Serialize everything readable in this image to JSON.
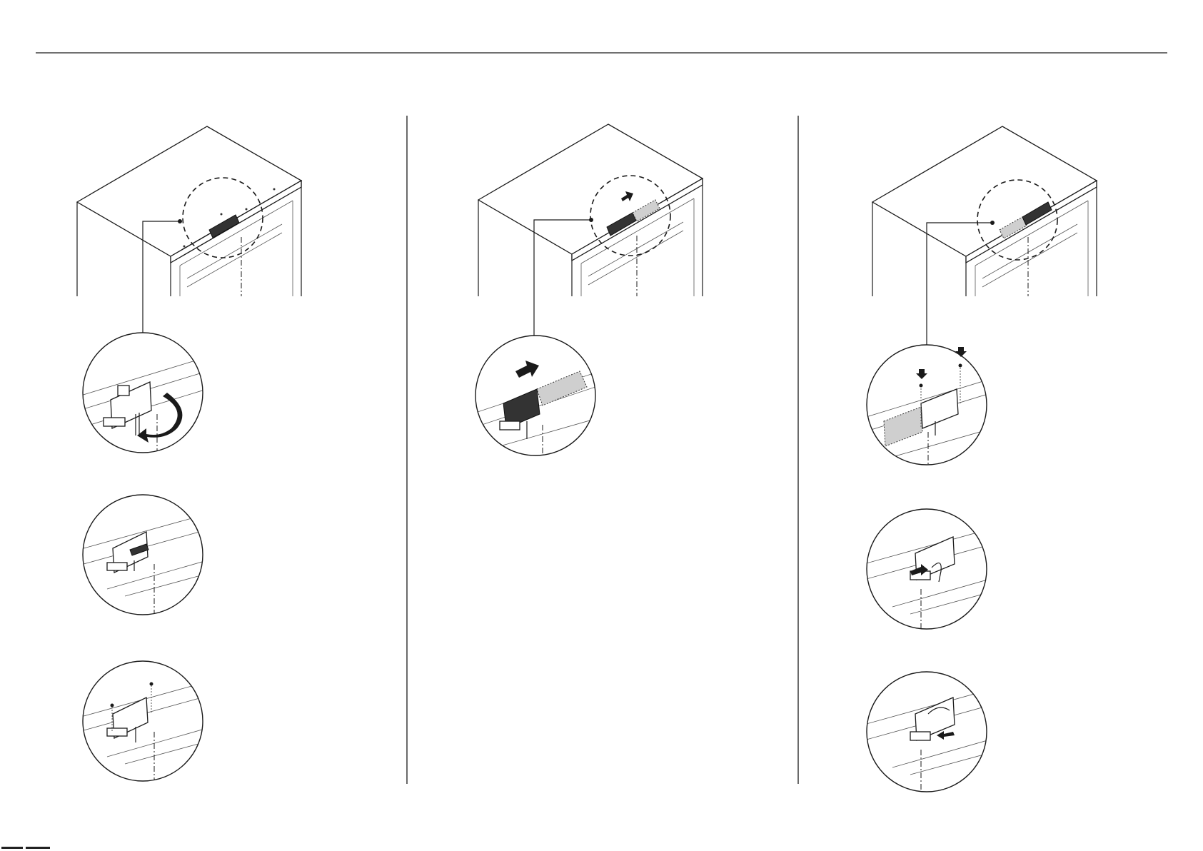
{
  "page": {
    "top_rule": "horizontal-rule",
    "columns": [
      {
        "id": "step-column-1",
        "overview": "cabinet-overview",
        "details": [
          "detail-1a",
          "detail-1b",
          "detail-1c"
        ]
      },
      {
        "id": "step-column-2",
        "overview": "cabinet-overview",
        "details": [
          "detail-2a"
        ]
      },
      {
        "id": "step-column-3",
        "overview": "cabinet-overview",
        "details": [
          "detail-3a",
          "detail-3b",
          "detail-3c"
        ]
      }
    ]
  },
  "colors": {
    "line": "#1a1a1a",
    "plate": "#cfcfcf",
    "background": "#ffffff"
  },
  "icons": [
    "rotate-arrow-icon",
    "push-arrow-icon",
    "down-arrow-icon",
    "screw-icon"
  ]
}
